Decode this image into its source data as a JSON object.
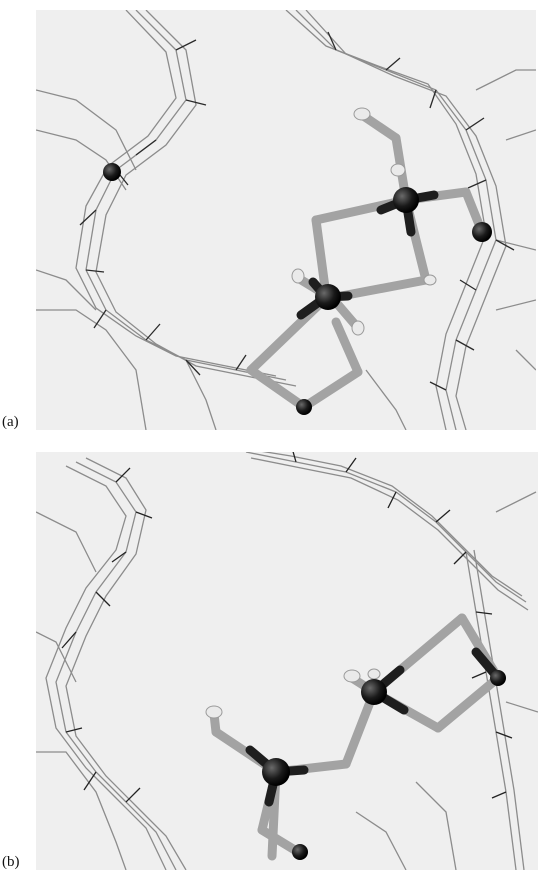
{
  "figure": {
    "panels": [
      {
        "id": "a",
        "label": "(a)"
      },
      {
        "id": "b",
        "label": "(b)"
      }
    ],
    "colors": {
      "background": "#efefef",
      "framework_light": "#9a9a9a",
      "framework_dark": "#222222",
      "bond_light": "#a8a8a8",
      "bond_dark": "#1e1e1e",
      "atom": "#1a1a1a",
      "hydrogen": "#e8e8e8"
    }
  }
}
